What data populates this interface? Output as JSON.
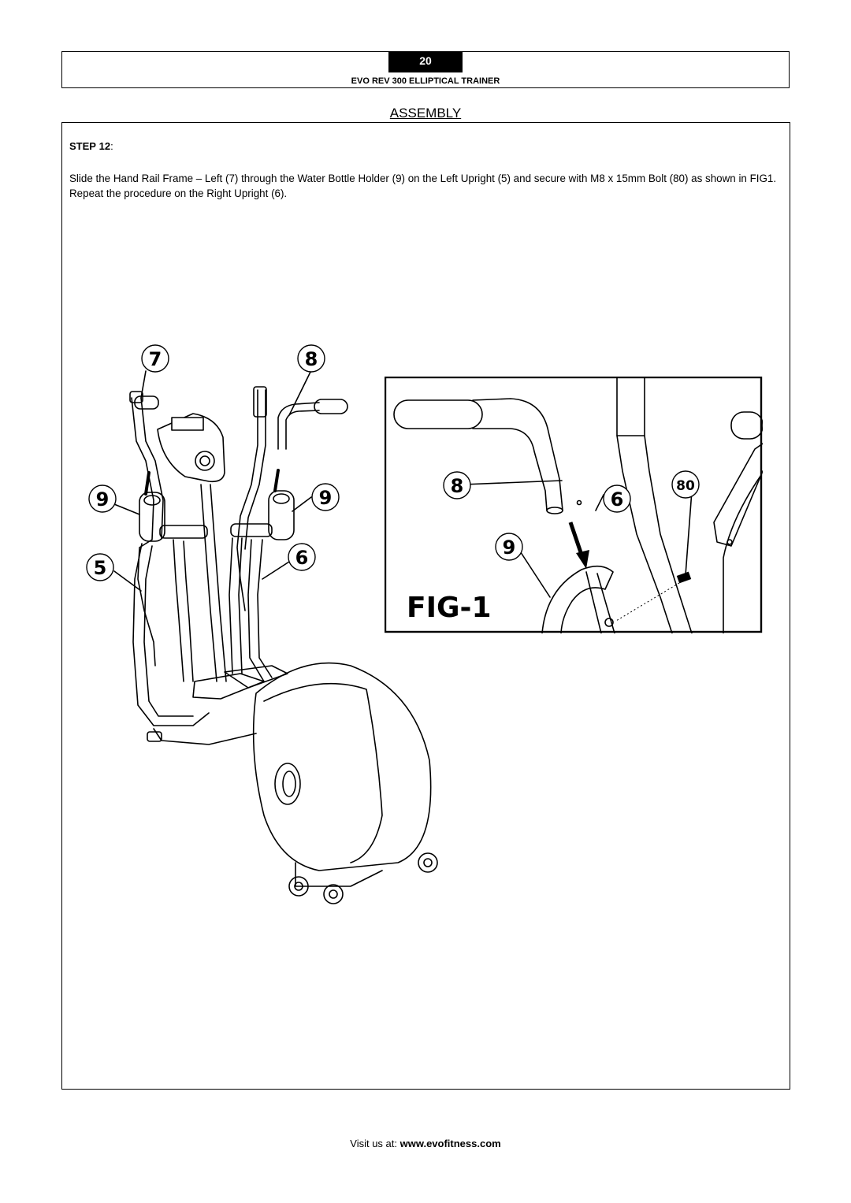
{
  "header": {
    "page_number": "20",
    "doc_title": "EVO REV 300 ELLIPTICAL TRAINER"
  },
  "section_title": "ASSEMBLY",
  "step": {
    "label": "STEP",
    "number": "12",
    "suffix": ":",
    "text": "Slide the Hand Rail Frame – Left (7) through the Water Bottle Holder (9) on the Left Upright (5) and secure with M8 x 15mm Bolt (80) as shown in FIG1.  Repeat the procedure on the Right Upright (6)."
  },
  "figure_machine": {
    "callouts": [
      "7",
      "8",
      "9",
      "9",
      "5",
      "6"
    ]
  },
  "figure_detail": {
    "title": "FIG-1",
    "callouts": [
      "8",
      "6",
      "9",
      "80"
    ]
  },
  "footer": {
    "prefix": "Visit us at: ",
    "url": "www.evofitness.com"
  }
}
